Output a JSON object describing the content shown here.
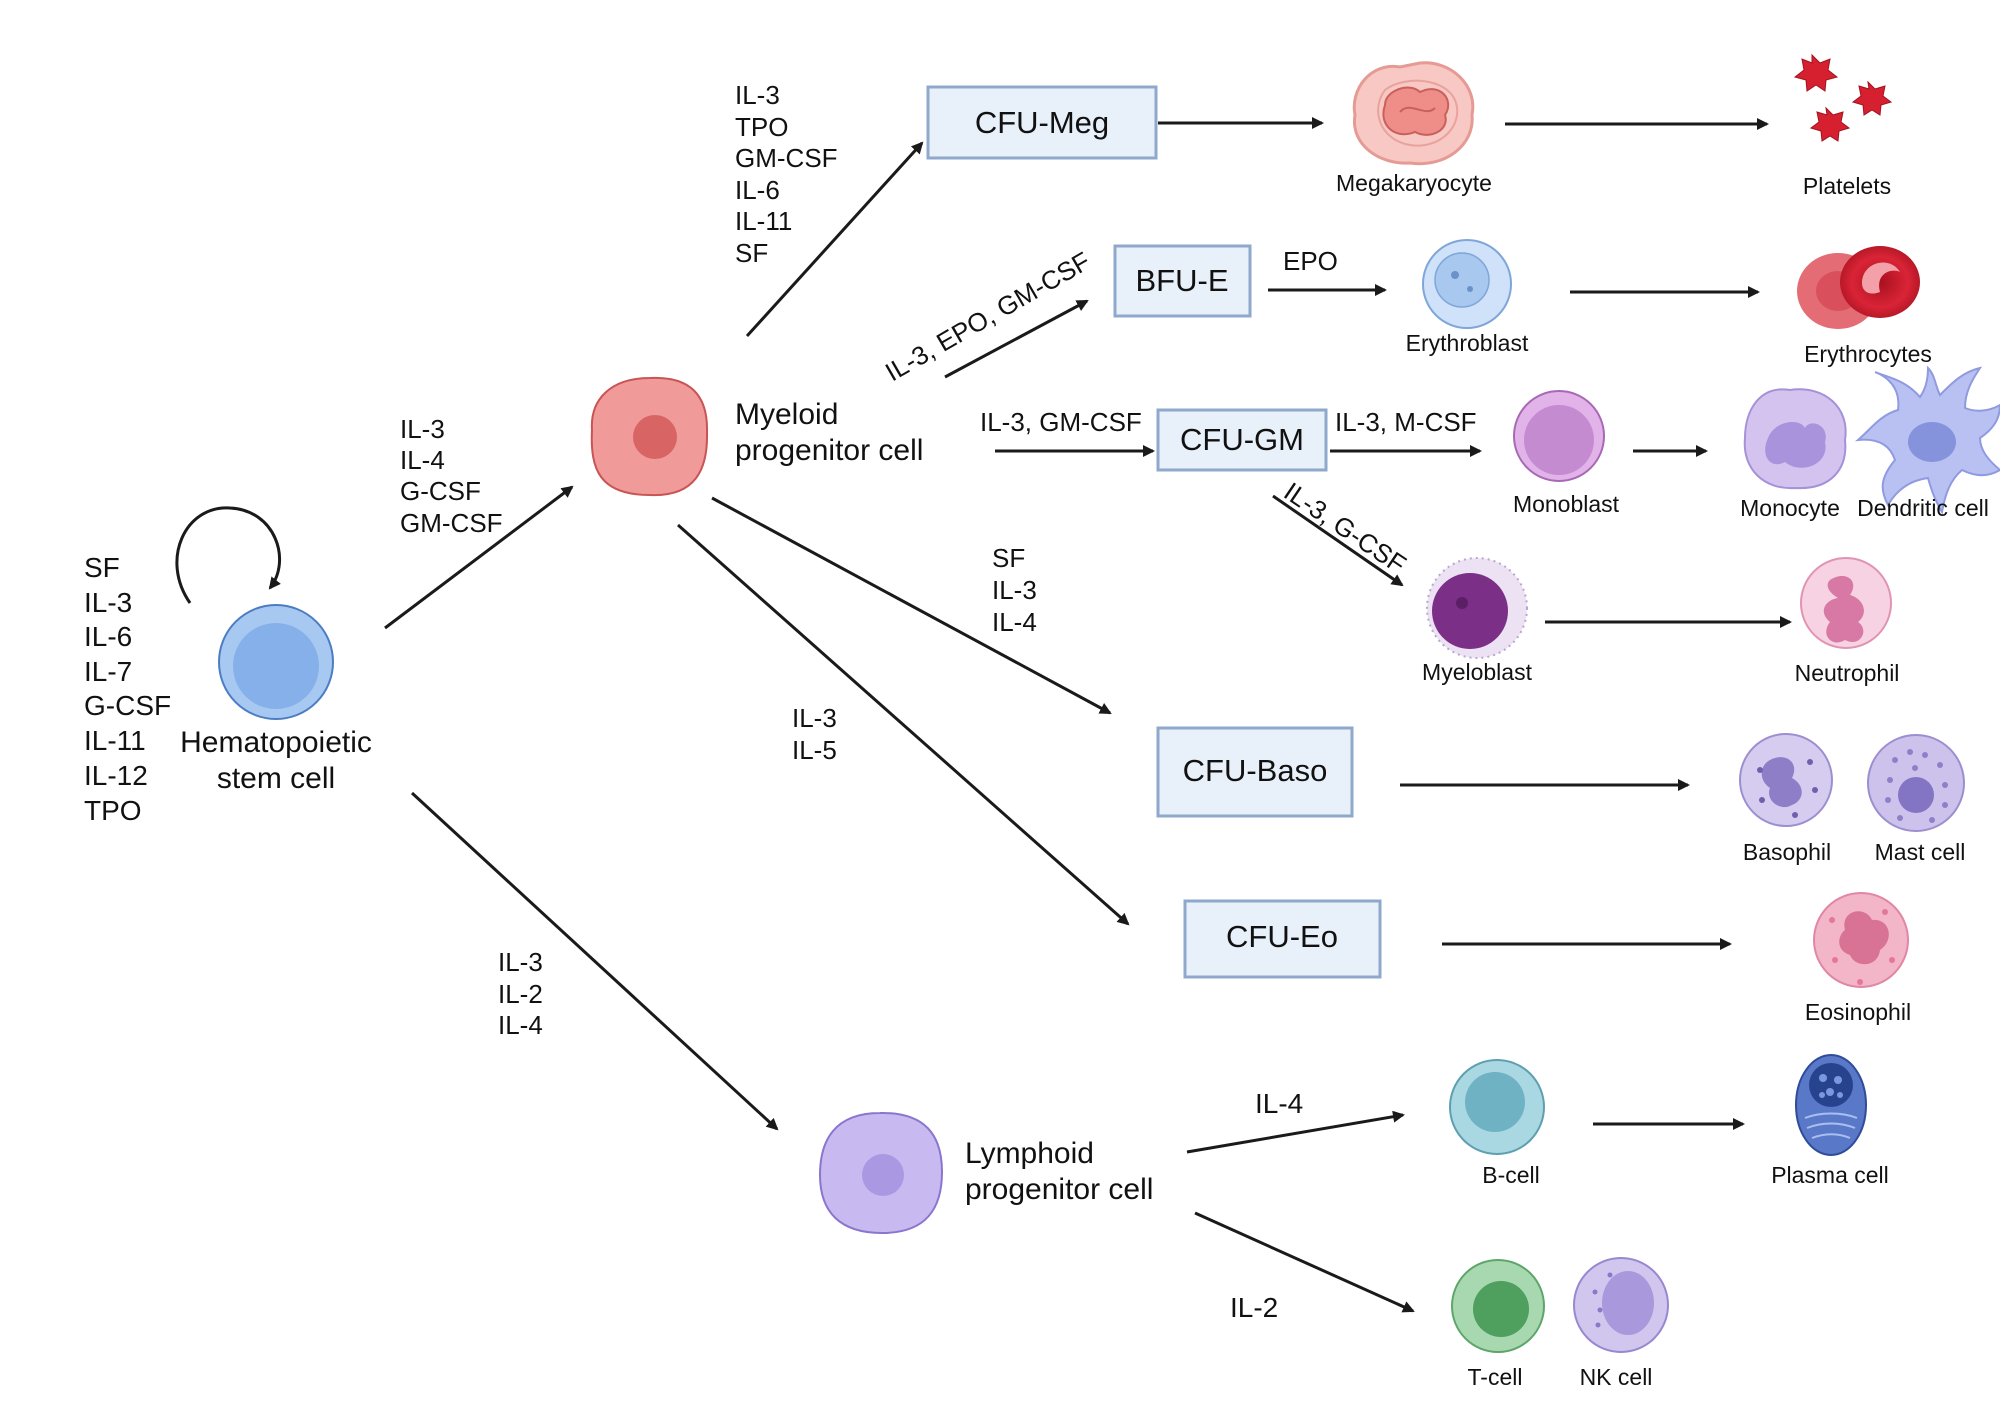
{
  "stem_cell": {
    "label_line1": "Hematopoietic",
    "label_line2": "stem cell",
    "cytokines": [
      "SF",
      "IL-3",
      "IL-6",
      "IL-7",
      "G-CSF",
      "IL-11",
      "IL-12",
      "TPO"
    ]
  },
  "myeloid_progenitor": {
    "label_line1": "Myeloid",
    "label_line2": "progenitor cell",
    "input_cytokines": [
      "IL-3",
      "IL-4",
      "G-CSF",
      "GM-CSF"
    ]
  },
  "lymphoid_progenitor": {
    "label_line1": "Lymphoid",
    "label_line2": "progenitor cell",
    "input_cytokines": [
      "IL-3",
      "IL-2",
      "IL-4"
    ]
  },
  "boxes": {
    "cfu_meg": "CFU-Meg",
    "bfu_e": "BFU-E",
    "cfu_gm": "CFU-GM",
    "cfu_baso": "CFU-Baso",
    "cfu_eo": "CFU-Eo"
  },
  "cytokine_labels": {
    "to_cfu_meg": [
      "IL-3",
      "TPO",
      "GM-CSF",
      "IL-6",
      "IL-11",
      "SF"
    ],
    "to_bfu_e": "IL-3, EPO, GM-CSF",
    "to_cfu_gm": "IL-3, GM-CSF",
    "to_cfu_baso": [
      "SF",
      "IL-3",
      "IL-4"
    ],
    "to_cfu_eo": [
      "IL-3",
      "IL-5"
    ],
    "bfu_e_to_erythroblast": "EPO",
    "cfu_gm_to_monoblast": "IL-3, M-CSF",
    "cfu_gm_to_myeloblast": "IL-3, G-CSF",
    "to_b_cell": "IL-4",
    "to_t_cell": "IL-2"
  },
  "cells": {
    "megakaryocyte": "Megakaryocyte",
    "platelets": "Platelets",
    "erythroblast": "Erythroblast",
    "erythrocytes": "Erythrocytes",
    "monoblast": "Monoblast",
    "monocyte": "Monocyte",
    "dendritic_cell": "Dendritic cell",
    "myeloblast": "Myeloblast",
    "neutrophil": "Neutrophil",
    "basophil": "Basophil",
    "mast_cell": "Mast cell",
    "eosinophil": "Eosinophil",
    "b_cell": "B-cell",
    "plasma_cell": "Plasma cell",
    "t_cell": "T-cell",
    "nk_cell": "NK cell"
  }
}
